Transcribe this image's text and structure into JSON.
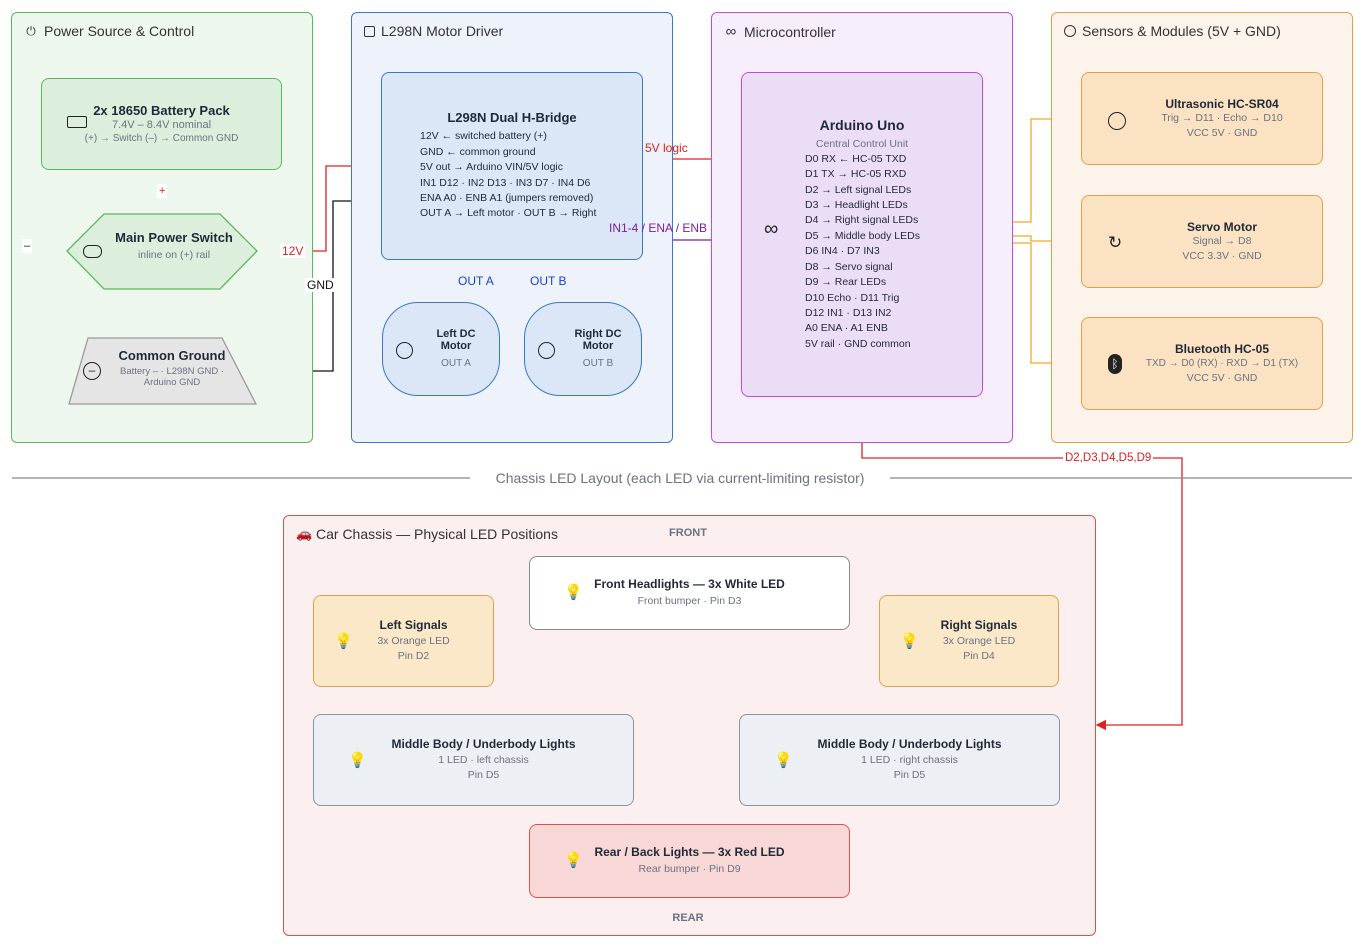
{
  "power_group": {
    "title": "Power Source & Control",
    "battery": {
      "title": "2x 18650 Battery Pack",
      "sub1": "7.4V – 8.4V nominal",
      "sub2": "(+) → Switch   (–) → Common GND"
    },
    "switch": {
      "title": "Main Power Switch",
      "sub": "inline on (+) rail"
    },
    "ground": {
      "title": "Common Ground",
      "sub": "Battery – · L298N GND · Arduino GND"
    }
  },
  "driver_group": {
    "title": "L298N Motor Driver",
    "driver": {
      "title": "L298N Dual H-Bridge",
      "lines": [
        "12V ← switched battery (+)",
        "GND ← common ground",
        "5V out → Arduino VIN/5V logic",
        "IN1 D12 · IN2 D13 · IN3 D7 · IN4 D6",
        "ENA A0 · ENB A1 (jumpers removed)",
        "OUT A → Left motor · OUT B → Right"
      ]
    },
    "left_motor": {
      "title": "Left DC Motor",
      "sub": "OUT A"
    },
    "right_motor": {
      "title": "Right DC Motor",
      "sub": "OUT B"
    }
  },
  "mcu_group": {
    "title": "Microcontroller",
    "arduino": {
      "title": "Arduino Uno",
      "sub": "Central Control Unit",
      "lines": [
        "D0 RX ← HC-05 TXD",
        "D1 TX → HC-05 RXD",
        "D2 → Left signal LEDs",
        "D3 → Headlight LEDs",
        "D4 → Right signal LEDs",
        "D5 → Middle body LEDs",
        "D6 IN4 · D7 IN3",
        "D8 → Servo signal",
        "D9 → Rear LEDs",
        "D10 Echo · D11 Trig",
        "D12 IN1 · D13 IN2",
        "A0 ENA · A1 ENB",
        "5V rail · GND common"
      ]
    }
  },
  "sensor_group": {
    "title": "Sensors & Modules (5V + GND)",
    "ultrasonic": {
      "title": "Ultrasonic HC-SR04",
      "sub1": "Trig → D11 · Echo → D10",
      "sub2": "VCC 5V · GND"
    },
    "servo": {
      "title": "Servo Motor",
      "sub1": "Signal → D8",
      "sub2": "VCC 3.3V · GND"
    },
    "bluetooth": {
      "title": "Bluetooth HC-05",
      "sub1": "TXD → D0 (RX) · RXD → D1 (TX)",
      "sub2": "VCC 5V · GND"
    }
  },
  "wires": {
    "plus": "+",
    "minus": "–",
    "v12": "12V",
    "gnd": "GND",
    "logic5v": "5V logic",
    "in_bus": "IN1-4 / ENA / ENB",
    "out_a": "OUT A",
    "out_b": "OUT B",
    "led_bus": "D2,D3,D4,D5,D9"
  },
  "divider": {
    "label": "Chassis LED Layout (each LED via current-limiting resistor)"
  },
  "chassis_group": {
    "title": "Car Chassis — Physical LED Positions",
    "front": "FRONT",
    "rear": "REAR",
    "headlights": {
      "title": "Front Headlights — 3x White LED",
      "sub": "Front bumper · Pin D3"
    },
    "left_signals": {
      "title": "Left Signals",
      "sub1": "3x Orange LED",
      "sub2": "Pin D2"
    },
    "right_signals": {
      "title": "Right Signals",
      "sub1": "3x Orange LED",
      "sub2": "Pin D4"
    },
    "middle_left": {
      "title": "Middle Body / Underbody Lights",
      "sub1": "1 LED · left chassis",
      "sub2": "Pin D5"
    },
    "middle_right": {
      "title": "Middle Body / Underbody Lights",
      "sub1": "1 LED · right chassis",
      "sub2": "Pin D5"
    },
    "rear_lights": {
      "title": "Rear / Back Lights — 3x Red LED",
      "sub": "Rear bumper · Pin D9"
    }
  },
  "icons": {
    "power": "power-plug-icon",
    "chip": "chip-icon",
    "infinity": "infinity-icon",
    "radar": "radar-icon",
    "battery": "battery-icon",
    "toggle": "toggle-icon",
    "ground": "minus-circle-icon",
    "motor": "motor-icon",
    "ultrasonic": "ultrasonic-icon",
    "servo": "servo-icon",
    "bluetooth": "bluetooth-icon",
    "car": "car-icon",
    "bulb": "lightbulb-icon"
  },
  "colors": {
    "power": "#4caf50",
    "driver": "#3a78c2",
    "mcu": "#c04fd8",
    "sensor": "#e0a050",
    "chassis": "#d9534f",
    "wire_red": "#e02020",
    "wire_black": "#111111",
    "wire_blue": "#1a3fd6",
    "wire_purple": "#7a1fa0",
    "wire_orange": "#f5a623"
  }
}
